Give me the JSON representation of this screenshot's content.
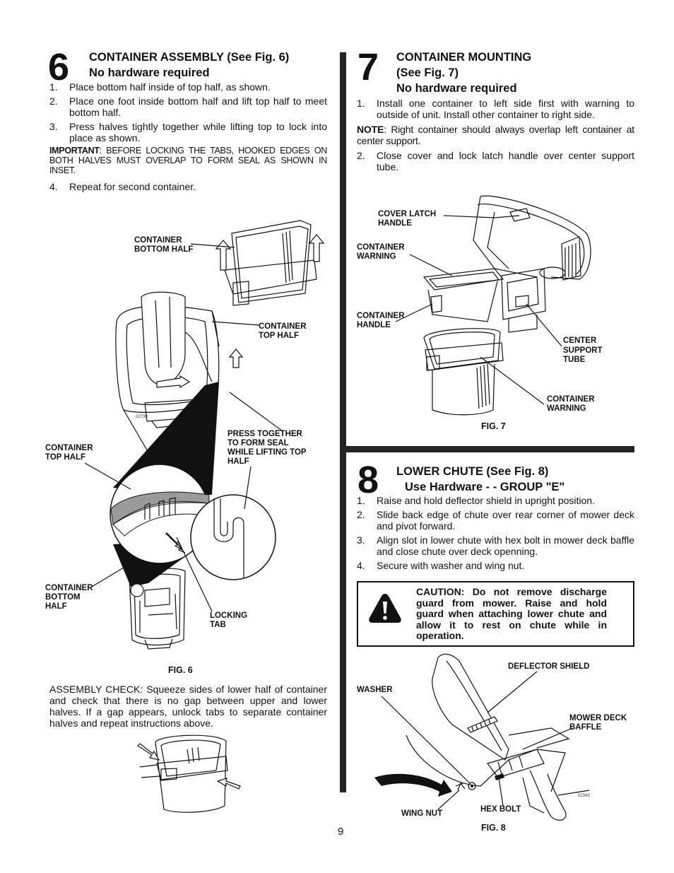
{
  "left": {
    "step6": {
      "number": "6",
      "heading1": "CONTAINER ASSEMBLY (See Fig. 6)",
      "heading2": "No hardware required",
      "items": [
        {
          "n": "1.",
          "text": "Place bottom half inside of top half, as shown."
        },
        {
          "n": "2.",
          "text": "Place one foot inside bottom half and lift top half to meet bottom half."
        },
        {
          "n": "3.",
          "text": "Press halves tightly together while lifting top to lock into place as shown."
        }
      ],
      "important_label": "IMPORTANT",
      "important_text": ": BEFORE LOCKING THE TABS, HOOKED EDGES ON BOTH HALVES MUST OVERLAP TO FORM SEAL AS SHOWN IN INSET.",
      "item4": {
        "n": "4.",
        "text": "Repeat for second container."
      }
    },
    "fig6": {
      "caption": "FIG. 6",
      "labels": {
        "container_bottom_half_top": "CONTAINER BOTTOM HALF",
        "container_top_half_right": "CONTAINER TOP HALF",
        "press_together": "PRESS TOGETHER TO FORM SEAL WHILE LIFTING TOP HALF",
        "container_top_half_left": "CONTAINER TOP HALF",
        "container_bottom_half_left": "CONTAINER BOTTOM HALF",
        "locking_tab": "LOCKING TAB",
        "part_code": "02739"
      }
    },
    "assembly_check": "ASSEMBLY CHECK: Squeeze sides of lower half of container and check that there is no gap between upper and lower halves.  If a gap appears, unlock tabs to separate container halves and repeat instructions above."
  },
  "right": {
    "step7": {
      "number": "7",
      "heading1": "CONTAINER MOUNTING",
      "heading2": "(See Fig. 7)",
      "heading3": "No hardware required",
      "item1": {
        "n": "1.",
        "text": "Install one container to left side first with warning to outside of unit. Install other container to right side."
      },
      "note_label": "NOTE",
      "note_text": ": Right container should always overlap left container at center support.",
      "item2": {
        "n": "2.",
        "text": "Close cover and lock latch handle over center support tube."
      }
    },
    "fig7": {
      "caption": "FIG. 7",
      "labels": {
        "cover_latch_handle": "COVER LATCH HANDLE",
        "container_warning_top": "CONTAINER WARNING",
        "container_handle": "CONTAINER HANDLE",
        "center_support_tube": "CENTER SUPPORT TUBE",
        "container_warning_bottom": "CONTAINER WARNING"
      }
    },
    "step8": {
      "number": "8",
      "heading1": "LOWER CHUTE (See Fig. 8)",
      "heading2": "Use Hardware - - GROUP \"E\"",
      "items": [
        {
          "n": "1.",
          "text": "Raise and hold deflector shield in upright position."
        },
        {
          "n": "2.",
          "text": "Slide back edge of chute over rear corner of mower deck and pivot forward."
        },
        {
          "n": "3.",
          "text": "Align slot in lower chute with hex bolt in mower deck baffle and close chute over deck openning."
        },
        {
          "n": "4.",
          "text": "Secure with washer and wing nut."
        }
      ],
      "caution": "CAUTION: Do not remove discharge guard from mower. Raise and hold guard when attaching lower chute and allow it to rest on chute while in operation."
    },
    "fig8": {
      "caption": "FIG. 8",
      "labels": {
        "deflector_shield": "DEFLECTOR SHIELD",
        "washer": "WASHER",
        "mower_deck_baffle": "MOWER DECK BAFFLE",
        "wing_nut": "WING NUT",
        "hex_bolt": "HEX BOLT",
        "part_code": "02343"
      }
    }
  },
  "page_number": "9"
}
